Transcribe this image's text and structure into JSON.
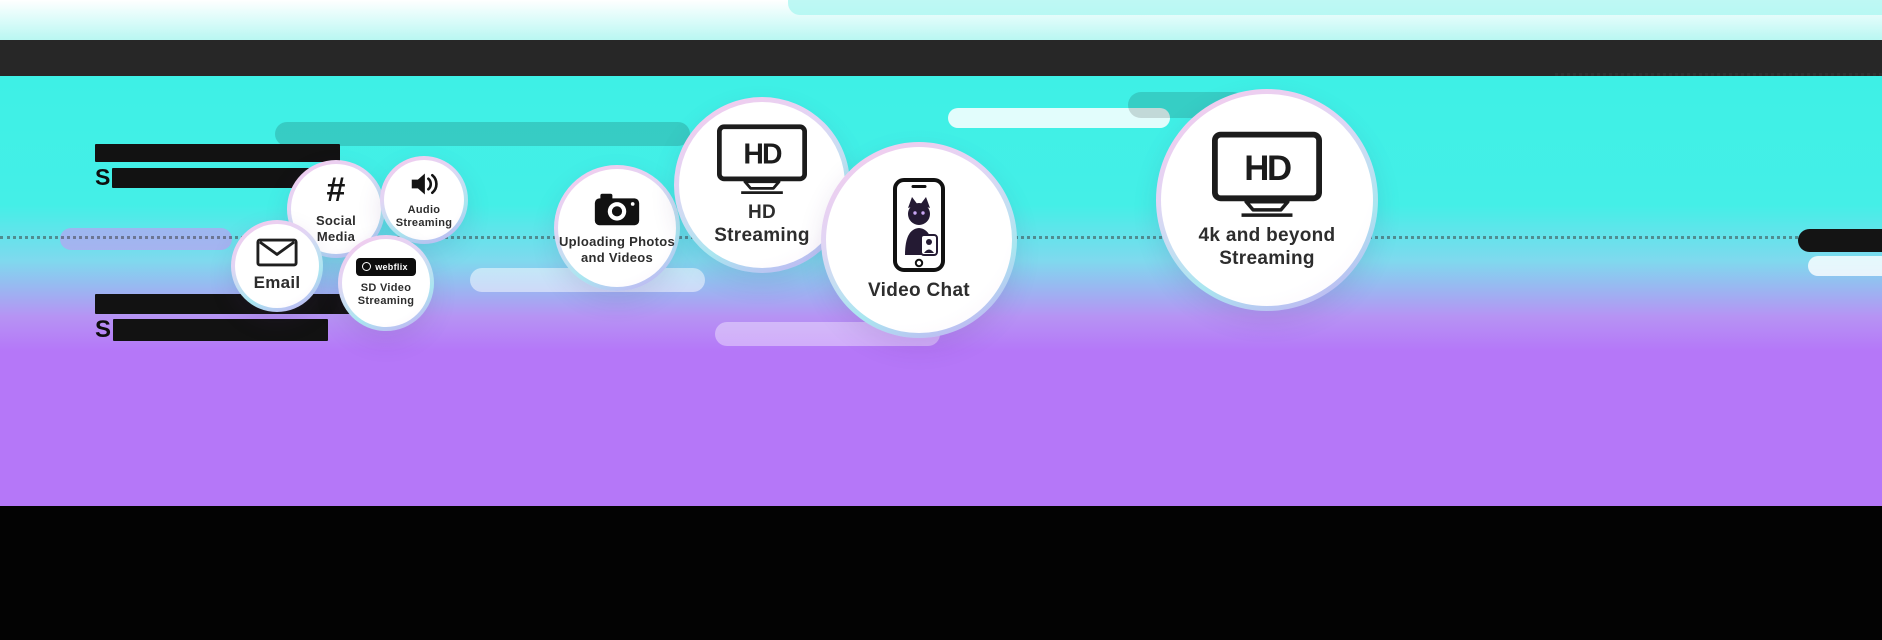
{
  "colors": {
    "cyan": "#3EF0E6",
    "purple": "#B577F8",
    "header_bar": "#272727",
    "footer_bar": "#030303",
    "bubble_ring_pink": "#F5C9EC",
    "bubble_ring_cyan": "#A9E6F0"
  },
  "icons": {
    "hashtag": "#"
  },
  "redacted": [
    {
      "prefix": "S"
    },
    {
      "prefix": "S"
    }
  ],
  "bubbles": [
    {
      "id": "email",
      "label": "Email"
    },
    {
      "id": "social-media",
      "label": "Social Media"
    },
    {
      "id": "audio-streaming",
      "label": "Audio Streaming"
    },
    {
      "id": "sd-video-streaming",
      "label": "SD Video Streaming",
      "badge_text": "webflix"
    },
    {
      "id": "uploading-photos-and-videos",
      "label": "Uploading Photos and Videos"
    },
    {
      "id": "hd-streaming",
      "label": "HD Streaming",
      "screen_text": "HD"
    },
    {
      "id": "video-chat",
      "label": "Video Chat"
    },
    {
      "id": "4k-and-beyond-streaming",
      "label": "4k and beyond Streaming",
      "screen_text": "HD"
    }
  ]
}
